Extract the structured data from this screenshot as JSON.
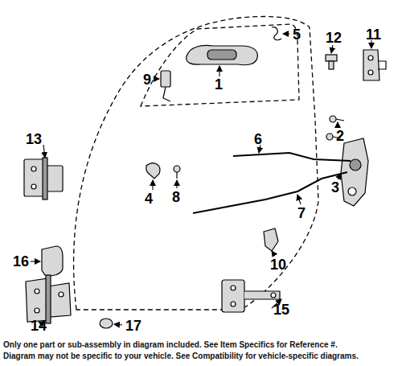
{
  "diagram": {
    "labels": [
      "1",
      "5",
      "9",
      "12",
      "11",
      "2",
      "3",
      "6",
      "13",
      "4",
      "8",
      "7",
      "16",
      "10",
      "15",
      "14",
      "17",
      "Only one part or sub-assembly in diagram included. See Item Specifics for Reference #.",
      "Diagram may not be specific to your vehicle. See Compatibility for vehicle-specific diagrams."
    ]
  }
}
